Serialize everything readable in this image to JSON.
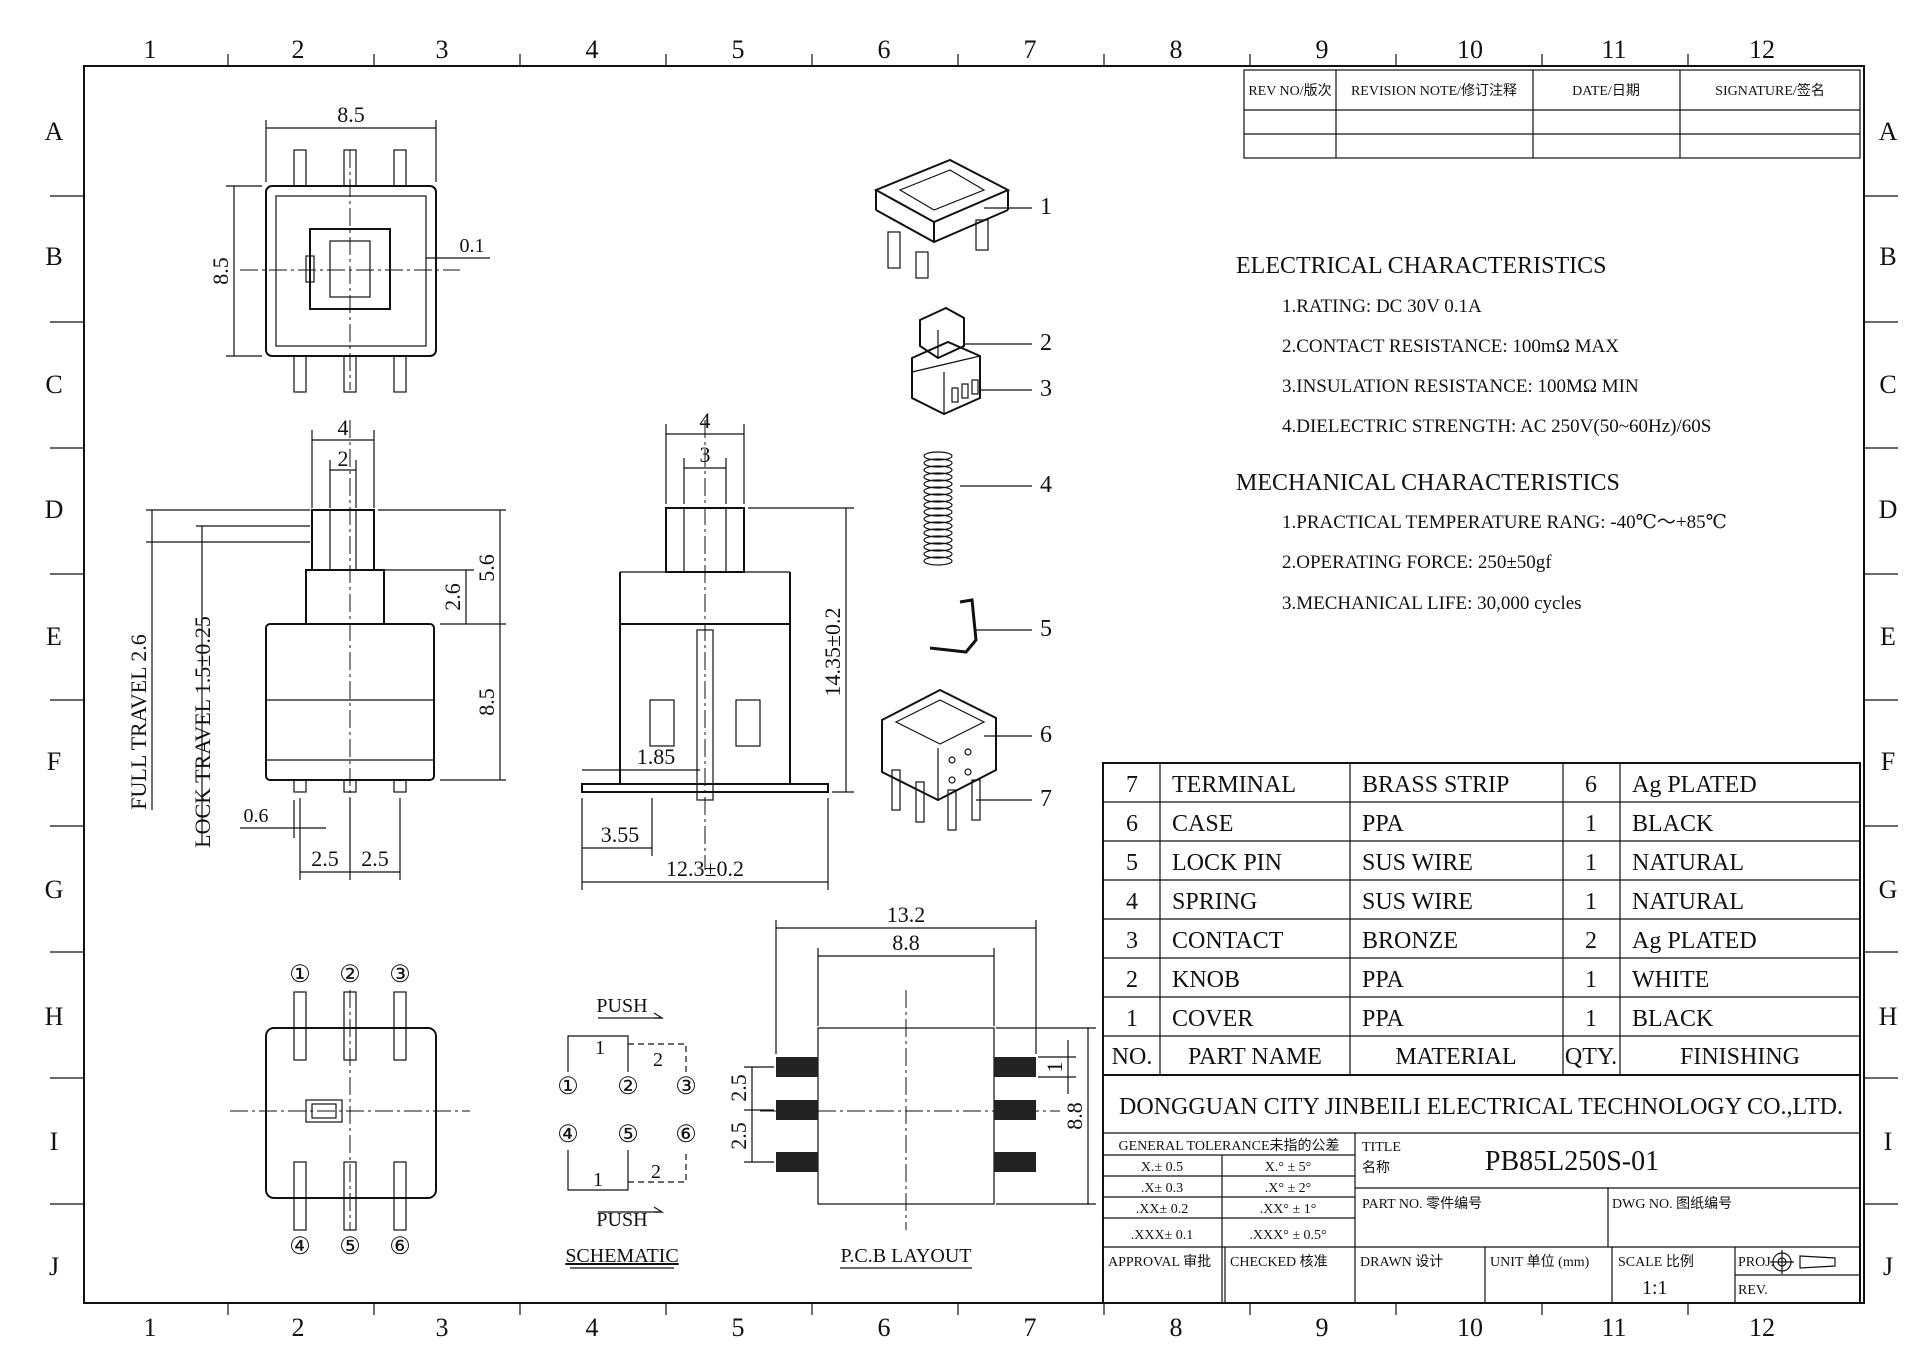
{
  "grid": {
    "columns": [
      "1",
      "2",
      "3",
      "4",
      "5",
      "6",
      "7",
      "8",
      "9",
      "10",
      "11",
      "12"
    ],
    "rows": [
      "A",
      "B",
      "C",
      "D",
      "E",
      "F",
      "G",
      "H",
      "I",
      "J"
    ]
  },
  "revision_table": {
    "headers": [
      "REV NO/版次",
      "REVISION NOTE/修订注释",
      "DATE/日期",
      "SIGNATURE/签名"
    ]
  },
  "electrical": {
    "title": "ELECTRICAL CHARACTERISTICS",
    "items": [
      "1.RATING: DC 30V 0.1A",
      "2.CONTACT RESISTANCE: 100mΩ MAX",
      "3.INSULATION RESISTANCE: 100MΩ MIN",
      "4.DIELECTRIC STRENGTH: AC 250V(50~60Hz)/60S"
    ]
  },
  "mechanical": {
    "title": "MECHANICAL CHARACTERISTICS",
    "items": [
      "1.PRACTICAL TEMPERATURE RANG: -40℃～+85℃",
      "2.OPERATING FORCE: 250±50gf",
      "3.MECHANICAL LIFE: 30,000 cycles"
    ]
  },
  "bom": {
    "rows": [
      {
        "no": "7",
        "name": "TERMINAL",
        "material": "BRASS STRIP",
        "qty": "6",
        "finishing": "Ag PLATED"
      },
      {
        "no": "6",
        "name": "CASE",
        "material": "PPA",
        "qty": "1",
        "finishing": "BLACK"
      },
      {
        "no": "5",
        "name": "LOCK PIN",
        "material": "SUS WIRE",
        "qty": "1",
        "finishing": "NATURAL"
      },
      {
        "no": "4",
        "name": "SPRING",
        "material": "SUS WIRE",
        "qty": "1",
        "finishing": "NATURAL"
      },
      {
        "no": "3",
        "name": "CONTACT",
        "material": "BRONZE",
        "qty": "2",
        "finishing": "Ag PLATED"
      },
      {
        "no": "2",
        "name": "KNOB",
        "material": "PPA",
        "qty": "1",
        "finishing": "WHITE"
      },
      {
        "no": "1",
        "name": "COVER",
        "material": "PPA",
        "qty": "1",
        "finishing": "BLACK"
      }
    ],
    "headers": {
      "no": "NO.",
      "name": "PART NAME",
      "material": "MATERIAL",
      "qty": "QTY.",
      "finishing": "FINISHING"
    }
  },
  "title_block": {
    "company": "DONGGUAN CITY JINBEILI ELECTRICAL TECHNOLOGY CO.,LTD.",
    "tolerance_title": "GENERAL TOLERANCE未指的公差",
    "tolerances_left": [
      "X.± 0.5",
      ".X± 0.3",
      ".XX± 0.2",
      ".XXX± 0.1"
    ],
    "tolerances_right": [
      "X.° ± 5°",
      ".X° ± 2°",
      ".XX° ± 1°",
      ".XXX° ± 0.5°"
    ],
    "title_label": "TITLE",
    "title_label_cn": "名称",
    "title_value": "PB85L250S-01",
    "part_no_label": "PART NO. 零件编号",
    "dwg_no_label": "DWG NO. 图纸编号",
    "approval_label": "APPROVAL 审批",
    "checked_label": "CHECKED 核准",
    "drawn_label": "DRAWN 设计",
    "unit_label": "UNIT 单位 (mm)",
    "scale_label": "SCALE 比例",
    "scale_value": "1:1",
    "proj_label": "PROJ.",
    "rev_label": "REV."
  },
  "dimensions": {
    "top_width": "8.5",
    "top_height": "8.5",
    "top_gap": "0.1",
    "front_w4": "4",
    "front_w2": "2",
    "front_56": "5.6",
    "front_26": "2.6",
    "front_85": "8.5",
    "front_06": "0.6",
    "front_25a": "2.5",
    "front_25b": "2.5",
    "full_travel": "FULL TRAVEL 2.6",
    "lock_travel": "LOCK TRAVEL 1.5±0.25",
    "side_w4": "4",
    "side_w3": "3",
    "side_h": "14.35±0.2",
    "side_185": "1.85",
    "side_355": "3.55",
    "side_123": "12.3±0.2",
    "pcb_132": "13.2",
    "pcb_88": "8.8",
    "pcb_25a": "2.5",
    "pcb_25b": "2.5",
    "pcb_1": "1",
    "pcb_88v": "8.8"
  },
  "pin_labels_top": [
    "①",
    "②",
    "③"
  ],
  "pin_labels_bottom": [
    "④",
    "⑤",
    "⑥"
  ],
  "schematic": {
    "push_top": "PUSH",
    "push_bottom": "PUSH",
    "n1": "1",
    "n2": "2",
    "n1b": "1",
    "n2b": "2",
    "pins_top": [
      "①",
      "②",
      "③"
    ],
    "pins_bottom": [
      "④",
      "⑤",
      "⑥"
    ],
    "caption": "SCHEMATIC"
  },
  "pcb_caption": "P.C.B LAYOUT",
  "callouts": [
    "1",
    "2",
    "3",
    "4",
    "5",
    "6",
    "7"
  ]
}
